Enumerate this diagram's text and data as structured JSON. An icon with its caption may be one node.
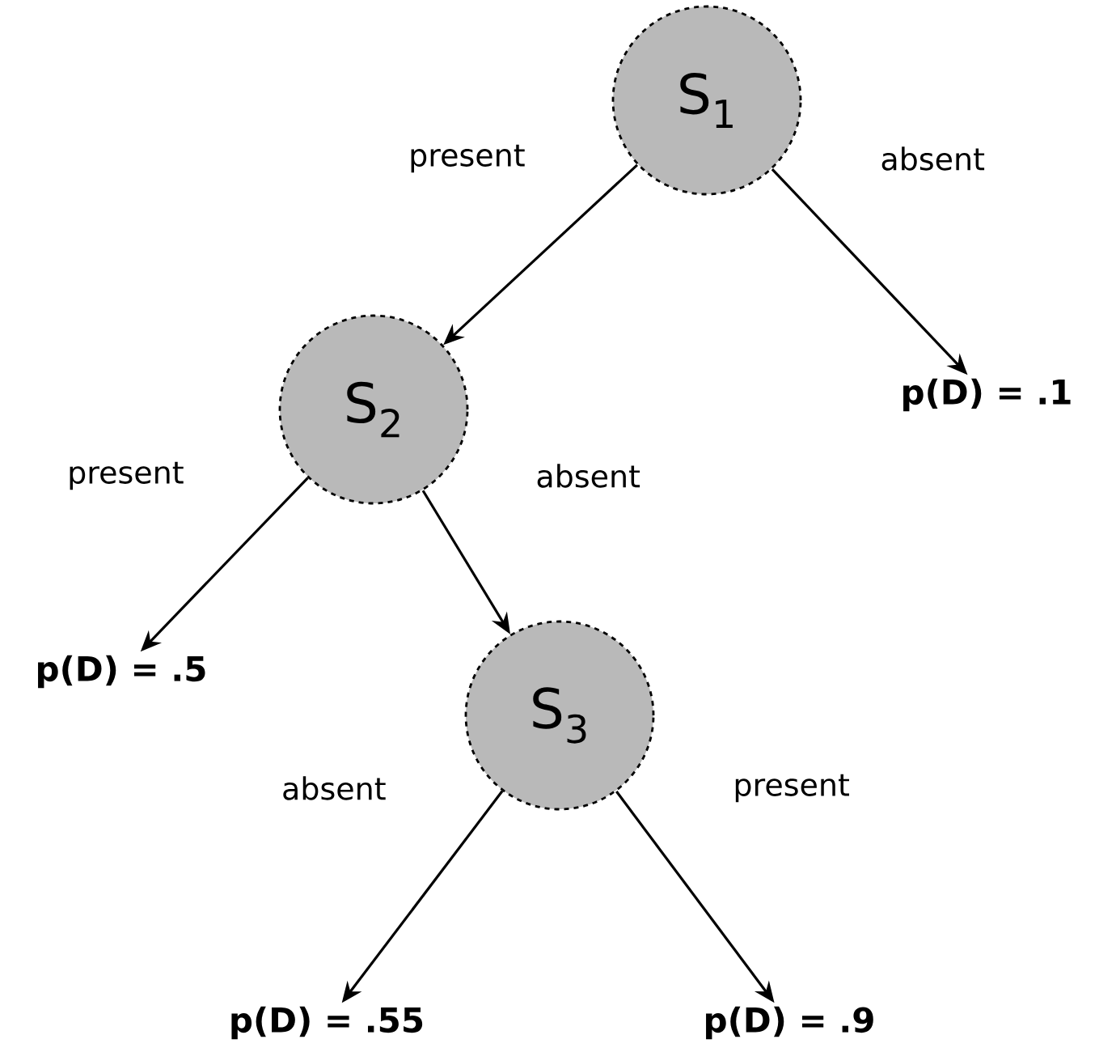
{
  "diagram": {
    "nodes": [
      {
        "text": [
          "S$_{1}$"
        ]
      },
      {
        "text": [
          "S$_{2}$"
        ]
      },
      {
        "text": [
          "p(D) = .1"
        ]
      },
      {
        "text": [
          "p(D) = .5"
        ]
      },
      {
        "text": [
          "S$_{3}$"
        ]
      },
      {
        "text": [
          "p(D) = .55"
        ]
      },
      {
        "text": [
          "p(D) = .9"
        ]
      }
    ],
    "edges": [
      {
        "from": 0,
        "to": 1,
        "arrow": "to",
        "label": "present"
      },
      {
        "from": 0,
        "to": 2,
        "arrow": "to",
        "label": "absent"
      },
      {
        "from": 1,
        "to": 3,
        "arrow": "to",
        "label": "present"
      },
      {
        "from": 1,
        "to": 4,
        "arrow": "to",
        "label": "absent"
      },
      {
        "from": 4,
        "to": 5,
        "arrow": "to",
        "label": "absent"
      },
      {
        "from": 4,
        "to": 6,
        "arrow": "to",
        "label": "present"
      }
    ]
  }
}
